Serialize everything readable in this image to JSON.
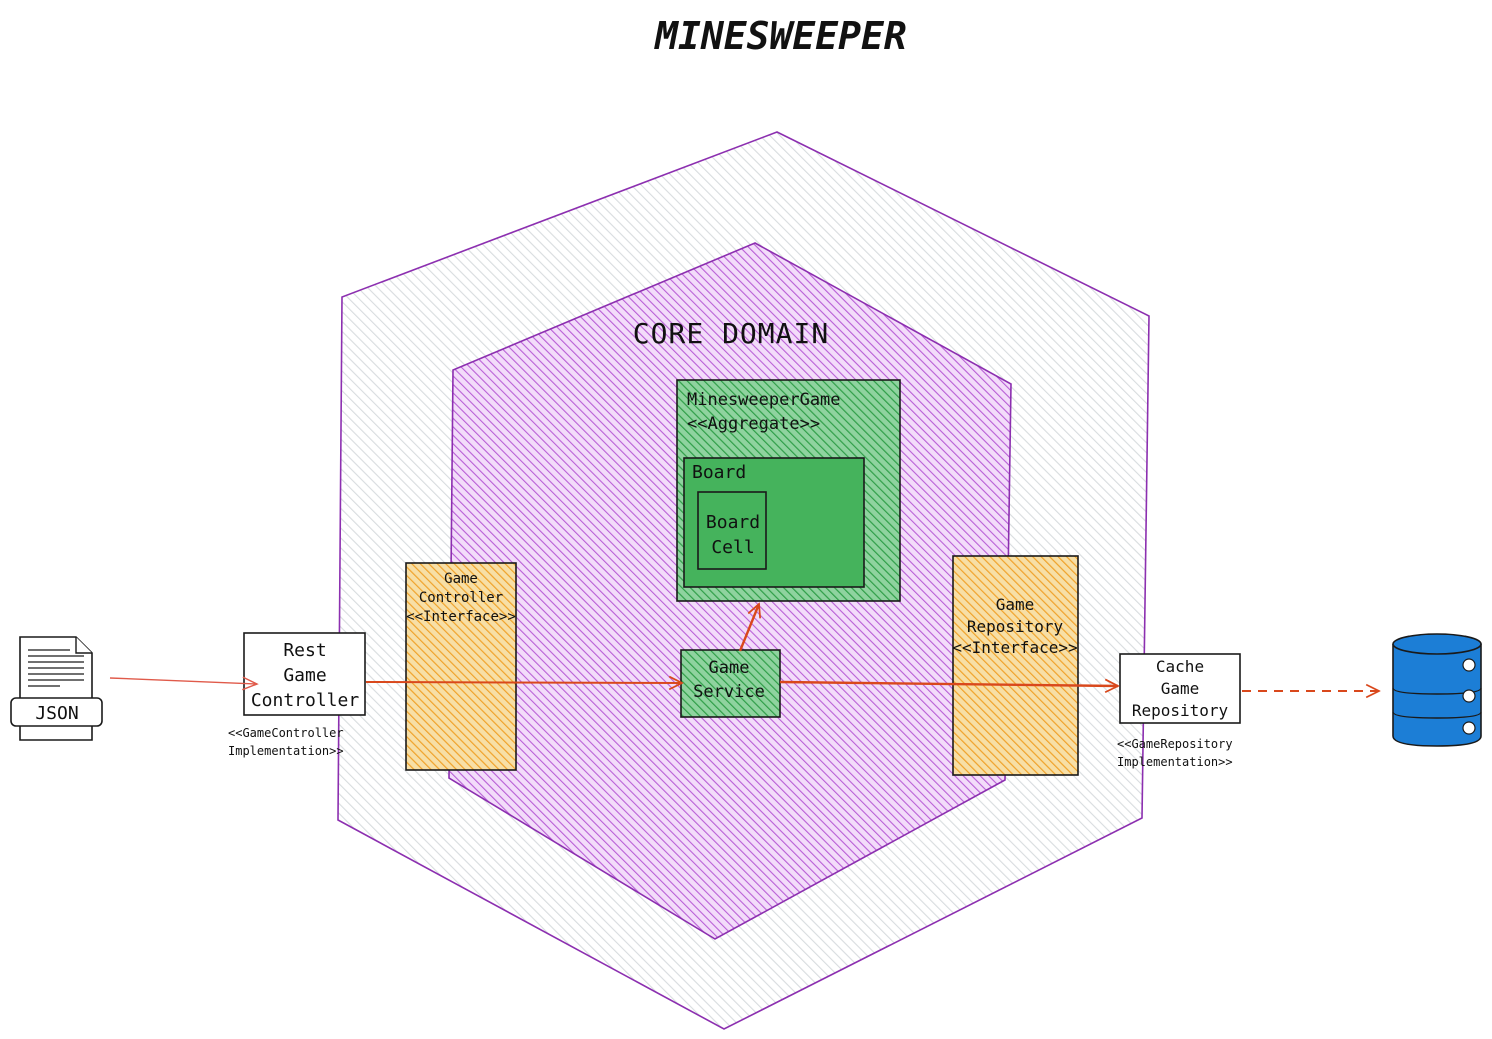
{
  "title": "MINESWEEPER",
  "core_domain_label": "CORE DOMAIN",
  "colors": {
    "outer_hexagon_fill": "#e9ecef",
    "outer_hexagon_stroke": "#8c2fb0",
    "inner_hexagon_fill": "#c36be0",
    "interface_fill": "#f4a72b",
    "domain_fill": "#40b25a",
    "arrow": "#d9481c",
    "database": "#1c7ed6"
  },
  "nodes": {
    "json_file": {
      "label": "JSON",
      "icon": "document-icon"
    },
    "rest_controller": {
      "lines": [
        "Rest",
        "Game",
        "Controller"
      ],
      "stereotype_lines": [
        "<<GameController",
        "Implementation>>"
      ]
    },
    "game_controller_interface": {
      "lines": [
        "Game",
        "Controller",
        "<<Interface>>"
      ]
    },
    "minesweeper_game": {
      "lines": [
        "MinesweeperGame",
        "<<Aggregate>>"
      ]
    },
    "board": {
      "label": "Board"
    },
    "board_cell": {
      "lines": [
        "Board",
        "Cell"
      ]
    },
    "game_service": {
      "lines": [
        "Game",
        "Service"
      ]
    },
    "game_repository_interface": {
      "lines": [
        "Game",
        "Repository",
        "<<Interface>>"
      ]
    },
    "cache_repository": {
      "lines": [
        "Cache",
        "Game",
        "Repository"
      ],
      "stereotype_lines": [
        "<<GameRepository",
        "Implementation>>"
      ]
    },
    "database": {
      "icon": "database-icon"
    }
  }
}
